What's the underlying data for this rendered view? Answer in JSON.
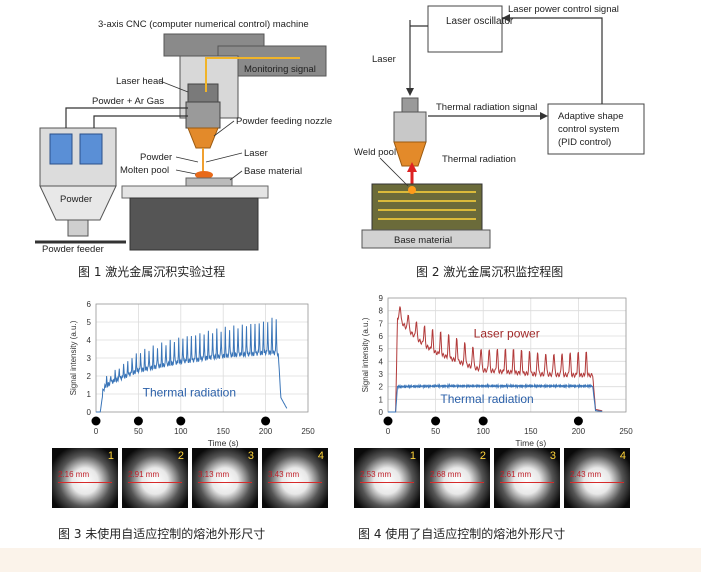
{
  "fig1": {
    "cnc_label": "3-axis CNC (computer numerical control) machine",
    "laser_head": "Laser head",
    "monitoring_signal": "Monitoring signal",
    "powder_gas": "Powder + Ar Gas",
    "powder_nozzle": "Powder feeding nozzle",
    "laser": "Laser",
    "powder": "Powder",
    "molten_pool": "Molten pool",
    "base_material": "Base material",
    "powder_in_hopper": "Powder",
    "powder_feeder": "Powder  feeder",
    "caption": "图 1 激光金属沉积实验过程"
  },
  "fig2": {
    "laser_oscillator": "Laser oscillator",
    "laser_power_signal": "Laser power control signal",
    "laser": "Laser",
    "thermal_signal": "Thermal radiation signal",
    "adaptive_line1": "Adaptive shape",
    "adaptive_line2": "control system",
    "adaptive_line3": "(PID control)",
    "weld_pool": "Weld pool",
    "thermal_radiation": "Thermal radiation",
    "base_material": "Base material",
    "caption": "图 2 激光金属沉积监控程图"
  },
  "fig3": {
    "caption": "图 3  未使用自适应控制的熔池外形尺寸",
    "photos": [
      {
        "num": "1",
        "size": "2.16 mm"
      },
      {
        "num": "2",
        "size": "2.91 mm"
      },
      {
        "num": "3",
        "size": "3.13 mm"
      },
      {
        "num": "4",
        "size": "3.43 mm"
      }
    ]
  },
  "fig4": {
    "caption": "图 4  使用了自适应控制的熔池外形尺寸",
    "photos": [
      {
        "num": "1",
        "size": "2.53 mm"
      },
      {
        "num": "2",
        "size": "2.68 mm"
      },
      {
        "num": "3",
        "size": "2.61 mm"
      },
      {
        "num": "4",
        "size": "2.43 mm"
      }
    ]
  },
  "chart_data": [
    {
      "type": "line",
      "title": "",
      "xlabel": "Time (s)",
      "ylabel": "Signal intensity (a.u.)",
      "xlim": [
        0,
        250
      ],
      "ylim": [
        0,
        6
      ],
      "xticks": [
        "0",
        "50",
        "100",
        "150",
        "200",
        "250"
      ],
      "yticks": [
        "0",
        "1",
        "2",
        "3",
        "4",
        "5",
        "6"
      ],
      "grid": true,
      "annotation": "Thermal radiation",
      "series": [
        {
          "name": "Thermal radiation",
          "color": "#3a75b8",
          "x": [
            0,
            5,
            8,
            10,
            20,
            30,
            40,
            50,
            60,
            70,
            80,
            90,
            100,
            110,
            120,
            130,
            140,
            150,
            160,
            170,
            180,
            190,
            200,
            210,
            215,
            218,
            225
          ],
          "y": [
            0,
            0,
            1.0,
            1.4,
            1.7,
            1.9,
            2.1,
            2.3,
            2.4,
            2.5,
            2.6,
            2.7,
            2.8,
            2.85,
            2.9,
            3.0,
            3.05,
            3.1,
            3.15,
            3.2,
            3.2,
            3.25,
            3.3,
            3.3,
            3.2,
            0.8,
            0.2
          ],
          "peak_period_s": 5,
          "peak_env_x": [
            10,
            50,
            100,
            150,
            200,
            215
          ],
          "peak_env_y": [
            1.8,
            3.3,
            4.1,
            4.6,
            5.0,
            5.3
          ]
        }
      ],
      "markers_x": [
        0,
        50,
        100,
        200
      ]
    },
    {
      "type": "line",
      "title": "",
      "xlabel": "Time (s)",
      "ylabel": "Signal intensity (a.u.)",
      "xlim": [
        0,
        250
      ],
      "ylim": [
        0,
        9
      ],
      "xticks": [
        "0",
        "50",
        "100",
        "150",
        "200",
        "250"
      ],
      "yticks": [
        "0",
        "1",
        "2",
        "3",
        "4",
        "5",
        "6",
        "7",
        "8",
        "9"
      ],
      "grid": true,
      "series": [
        {
          "name": "Laser power",
          "color": "#b23a3a",
          "x": [
            0,
            8,
            10,
            15,
            20,
            30,
            40,
            50,
            60,
            70,
            80,
            90,
            100,
            150,
            200,
            215,
            218,
            225
          ],
          "y": [
            0,
            0,
            7.5,
            7.0,
            6.6,
            5.8,
            5.2,
            4.7,
            4.4,
            4.1,
            3.8,
            3.5,
            3.3,
            3.0,
            2.9,
            2.9,
            0.2,
            0.1
          ],
          "peak_period_s": 8.5,
          "peak_amp": 1.8
        },
        {
          "name": "Thermal radiation",
          "color": "#3a75b8",
          "x": [
            0,
            8,
            10,
            50,
            100,
            150,
            200,
            215,
            218,
            225
          ],
          "y": [
            0,
            0,
            2.0,
            2.05,
            2.05,
            2.05,
            2.05,
            2.05,
            0.1,
            0.05
          ]
        }
      ],
      "markers_x": [
        0,
        50,
        100,
        200
      ]
    }
  ]
}
